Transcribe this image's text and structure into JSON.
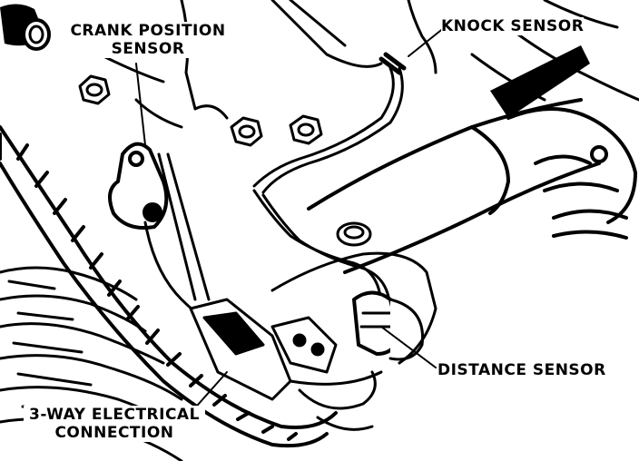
{
  "labels": {
    "crank_position_sensor_line1": "CRANK POSITION",
    "crank_position_sensor_line2": "SENSOR",
    "knock_sensor": "KNOCK SENSOR",
    "distance_sensor": "DISTANCE SENSOR",
    "electrical_connection_line1": "3-WAY ELECTRICAL",
    "electrical_connection_line2": "CONNECTION"
  },
  "colors": {
    "ink": "#000000",
    "paper": "#ffffff"
  }
}
